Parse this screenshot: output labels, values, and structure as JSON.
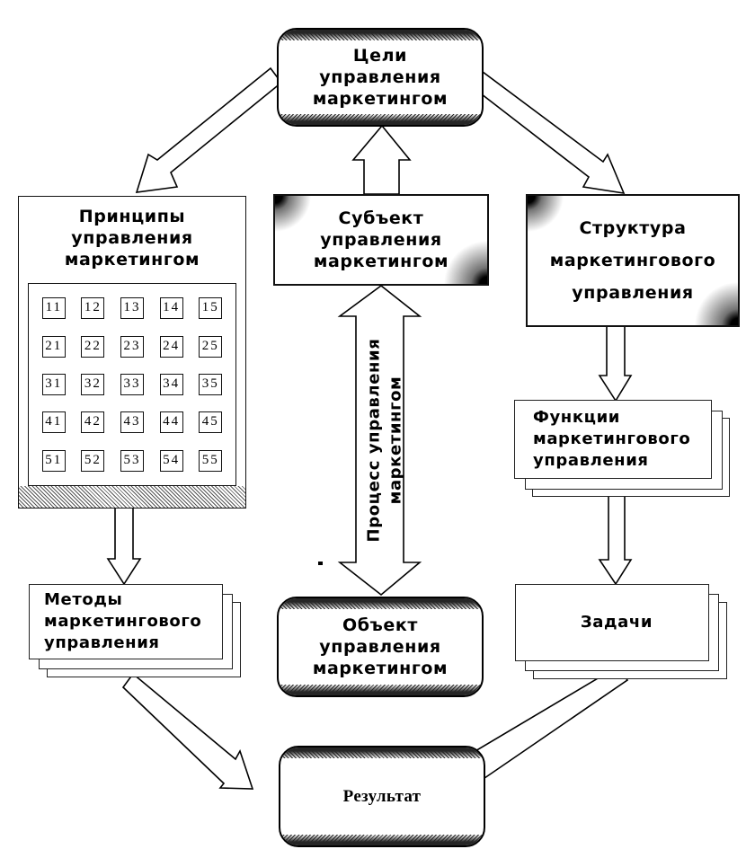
{
  "diagram": {
    "goals": {
      "lines": [
        "Цели",
        "управления",
        "маркетингом"
      ]
    },
    "principles": {
      "lines": [
        "Принципы",
        "управления",
        "маркетингом"
      ],
      "matrix": [
        [
          "11",
          "12",
          "13",
          "14",
          "15"
        ],
        [
          "21",
          "22",
          "23",
          "24",
          "25"
        ],
        [
          "31",
          "32",
          "33",
          "34",
          "35"
        ],
        [
          "41",
          "42",
          "43",
          "44",
          "45"
        ],
        [
          "51",
          "52",
          "53",
          "54",
          "55"
        ]
      ]
    },
    "subject": {
      "lines": [
        "Субъект",
        "управления",
        "маркетингом"
      ]
    },
    "structure": {
      "lines": [
        "Структура",
        "маркетингового",
        "управления"
      ]
    },
    "process": {
      "lines": [
        "Процесс управления",
        "маркетингом"
      ]
    },
    "functions": {
      "lines": [
        "Функции",
        "маркетингового",
        "управления"
      ]
    },
    "methods": {
      "lines": [
        "Методы",
        "маркетингового",
        "управления"
      ]
    },
    "object": {
      "lines": [
        "Объект",
        "управления",
        "маркетингом"
      ]
    },
    "tasks": {
      "label": "Задачи"
    },
    "result": {
      "label": "Результат"
    }
  }
}
